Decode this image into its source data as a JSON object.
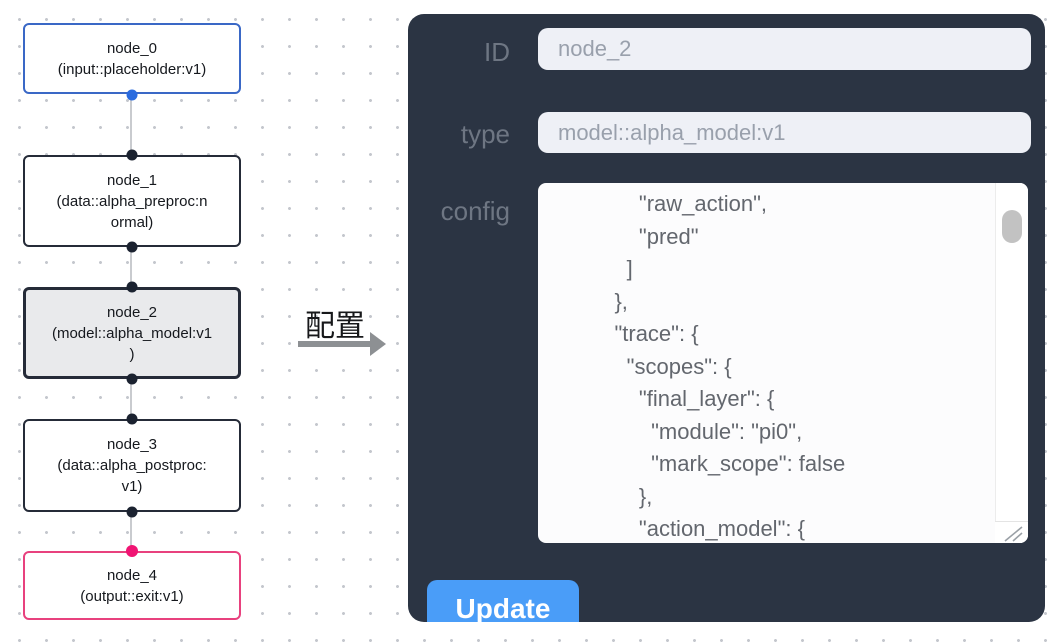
{
  "flow": {
    "nodes": [
      {
        "id": "node_0",
        "label": "node_0\n(input::placeholder:v1)",
        "variant": "input"
      },
      {
        "id": "node_1",
        "label": "node_1\n(data::alpha_preproc:n\normal)",
        "variant": "default"
      },
      {
        "id": "node_2",
        "label": "node_2\n(model::alpha_model:v1\n)",
        "variant": "selected"
      },
      {
        "id": "node_3",
        "label": "node_3\n(data::alpha_postproc:\nv1)",
        "variant": "default"
      },
      {
        "id": "node_4",
        "label": "node_4\n(output::exit:v1)",
        "variant": "output"
      }
    ]
  },
  "arrow": {
    "label": "配置"
  },
  "panel": {
    "id_label": "ID",
    "id_value": "node_2",
    "type_label": "type",
    "type_value": "model::alpha_model:v1",
    "config_label": "config",
    "config_value": "        \"raw_action\",\n        \"pred\"\n      ]\n    },\n    \"trace\": {\n      \"scopes\": {\n        \"final_layer\": {\n          \"module\": \"pi0\",\n          \"mark_scope\": false\n        },\n        \"action_model\": {",
    "update_label": "Update"
  },
  "colors": {
    "panel_background": "#2b3443",
    "input_background": "#eef0f6",
    "update_button": "#4a9df8",
    "node_input_border": "#3a68c6",
    "node_default_border": "#252b38",
    "node_selected_background": "#e9eaec",
    "node_output_border": "#e8417e",
    "port_dot_input": "#2a6bdf",
    "port_dot_default": "#1b2230",
    "port_dot_output": "#f01473",
    "edge": "#c9cbcf",
    "arrow": "#8d9093"
  }
}
